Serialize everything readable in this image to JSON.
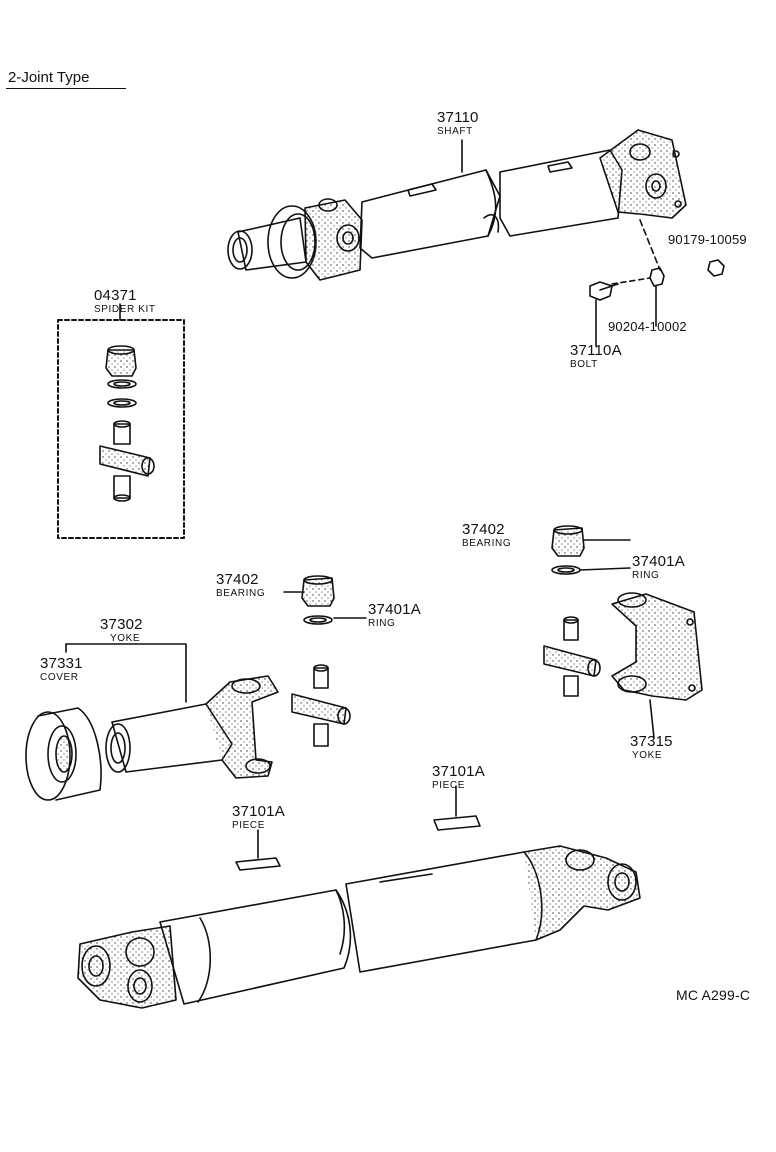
{
  "diagram": {
    "title": "2-Joint Type",
    "code": "MC A299-C",
    "labels": {
      "shaft_num": "37110",
      "shaft_name": "SHAFT",
      "nut1": "90179-10059",
      "nut2": "90204-10002",
      "bolt_num": "37110A",
      "bolt_name": "BOLT",
      "kit_num": "04371",
      "kit_name": "SPIDER KIT",
      "bearing_r_num": "37402",
      "bearing_r_name": "BEARING",
      "ring_r_num": "37401A",
      "ring_r_name": "RING",
      "bearing_m_num": "37402",
      "bearing_m_name": "BEARING",
      "ring_m_num": "37401A",
      "ring_m_name": "RING",
      "yoke_num": "37302",
      "yoke_name": "YOKE",
      "cover_num": "37331",
      "cover_name": "COVER",
      "flange_yoke_num": "37315",
      "flange_yoke_name": "YOKE",
      "piece_r_num": "37101A",
      "piece_r_name": "PIECE",
      "piece_l_num": "37101A",
      "piece_l_name": "PIECE"
    }
  }
}
